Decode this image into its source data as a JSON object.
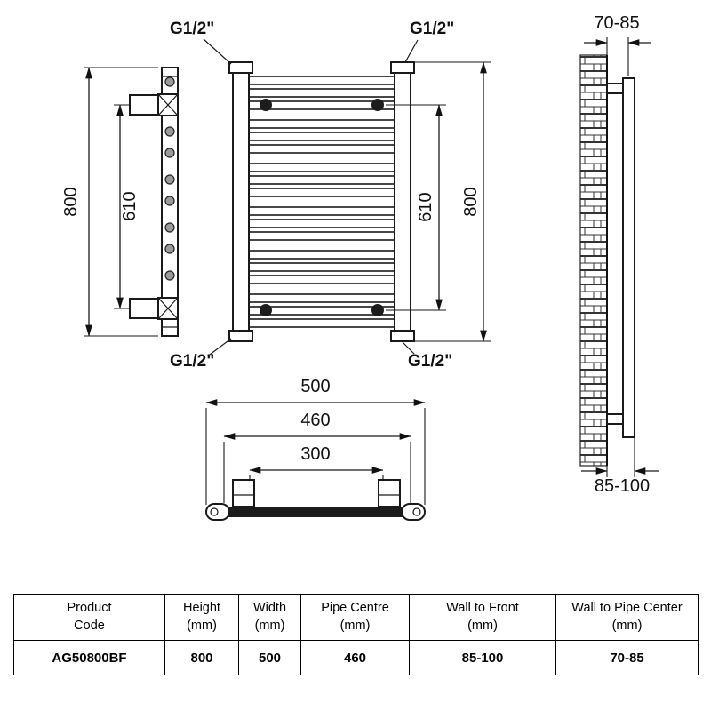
{
  "diagram": {
    "connection_label": "G1/2\"",
    "side_view": {
      "height": "800",
      "bracket_span": "610"
    },
    "front_view": {
      "pipe_span": "610",
      "height": "800"
    },
    "wall_view": {
      "wall_to_pipe": "70-85",
      "wall_to_front": "85-100"
    },
    "top_view": {
      "width": "500",
      "pipe_centre": "460",
      "bracket_centre": "300"
    }
  },
  "table": {
    "headers": [
      {
        "line1": "Product",
        "line2": "Code"
      },
      {
        "line1": "Height",
        "line2": "(mm)"
      },
      {
        "line1": "Width",
        "line2": "(mm)"
      },
      {
        "line1": "Pipe Centre",
        "line2": "(mm)"
      },
      {
        "line1": "Wall to Front",
        "line2": "(mm)"
      },
      {
        "line1": "Wall to Pipe Center",
        "line2": "(mm)"
      }
    ],
    "row": [
      "AG50800BF",
      "800",
      "500",
      "460",
      "85-100",
      "70-85"
    ]
  }
}
